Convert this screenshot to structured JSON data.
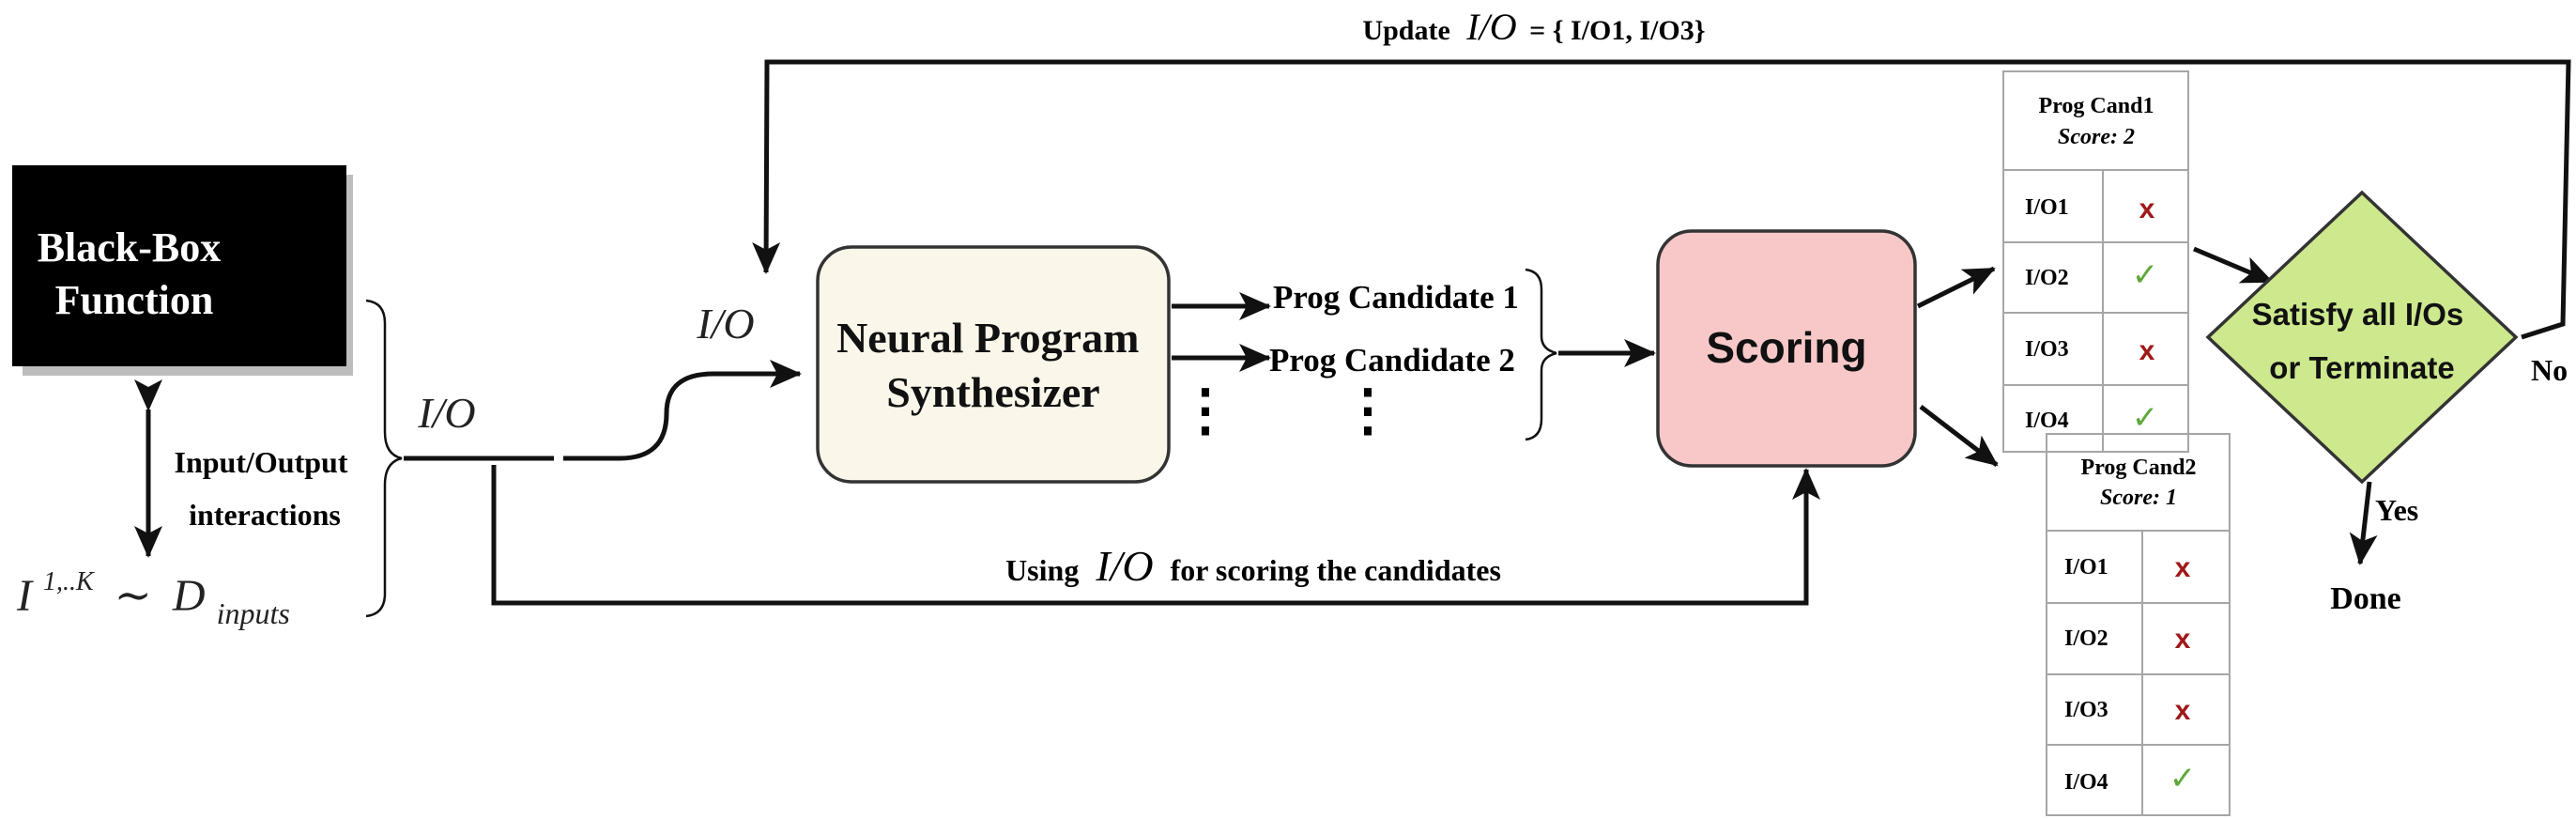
{
  "colors": {
    "blackbox_fill": "#000000",
    "synth_fill": "#faf7ea",
    "scoring_fill": "#f8c8c8",
    "diamond_fill": "#cde88d",
    "mark_x": "#a01818",
    "mark_check": "#5fa83a"
  },
  "blackbox": {
    "line1": "Black-Box",
    "line2": "Function"
  },
  "interactions": {
    "line1": "Input/Output",
    "line2": "interactions"
  },
  "inputs_dist": {
    "main": "I",
    "sup": "1,..K",
    "tilde": "∼",
    "d": "D",
    "sub": "inputs"
  },
  "io_symbol": "I/O",
  "synthesizer": {
    "line1": "Neural Program",
    "line2": "Synthesizer"
  },
  "candidates": [
    "Prog Candidate 1",
    "Prog Candidate 2"
  ],
  "candidates_ellipsis": "⋮",
  "scoring_label": "Scoring",
  "scoring_note": {
    "prefix": "Using",
    "io": "I/O",
    "suffix": "for scoring the candidates"
  },
  "update_label": {
    "prefix": "Update",
    "io": "I/O",
    "suffix": "= { I/O1, I/O3}"
  },
  "cand1": {
    "title": "Prog Cand1",
    "score": "Score: 2",
    "rows": [
      {
        "io": "I/O1",
        "mark": "x",
        "icon": "cross-icon"
      },
      {
        "io": "I/O2",
        "mark": "✓",
        "icon": "check-icon"
      },
      {
        "io": "I/O3",
        "mark": "x",
        "icon": "cross-icon"
      },
      {
        "io": "I/O4",
        "mark": "✓",
        "icon": "check-icon"
      }
    ]
  },
  "cand2": {
    "title": "Prog Cand2",
    "score": "Score: 1",
    "rows": [
      {
        "io": "I/O1",
        "mark": "x",
        "icon": "cross-icon"
      },
      {
        "io": "I/O2",
        "mark": "x",
        "icon": "cross-icon"
      },
      {
        "io": "I/O3",
        "mark": "x",
        "icon": "cross-icon"
      },
      {
        "io": "I/O4",
        "mark": "✓",
        "icon": "check-icon"
      }
    ]
  },
  "decision": {
    "line1": "Satisfy all I/Os",
    "line2": "or Terminate"
  },
  "yes_label": "Yes",
  "no_label": "No",
  "done_label": "Done"
}
